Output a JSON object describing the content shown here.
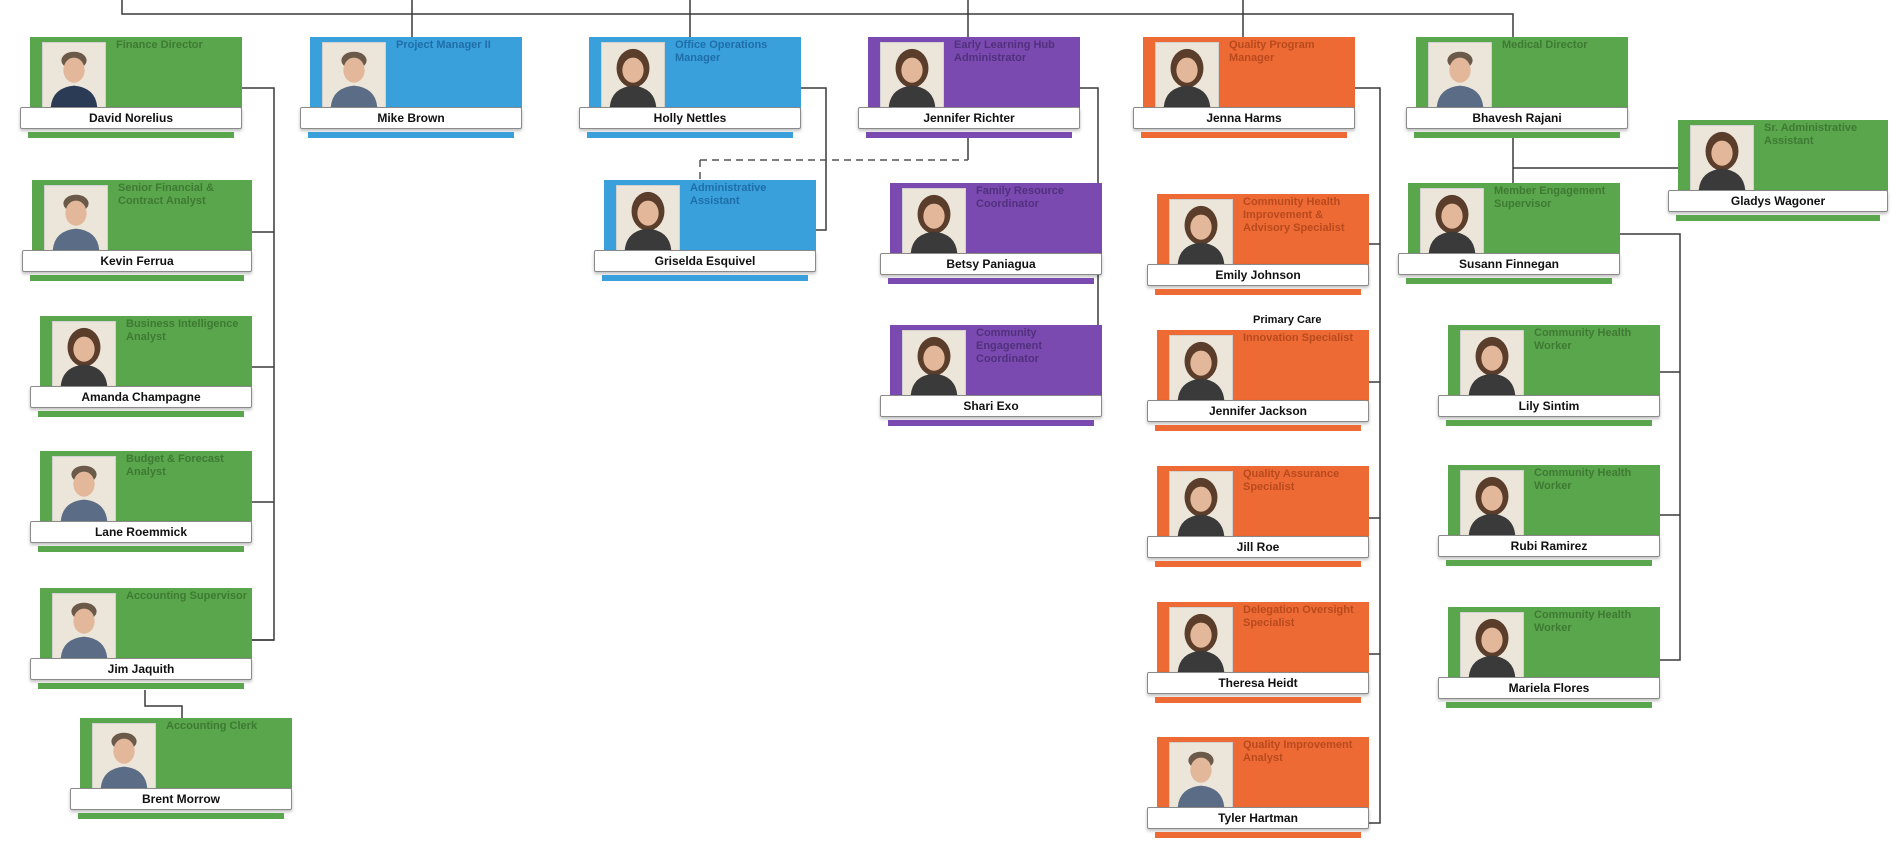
{
  "colors": {
    "green": "#5aa64c",
    "green_text": "#3e7a33",
    "blue": "#39a0dc",
    "blue_text": "#1f6ea8",
    "purple": "#7a4ab0",
    "purple_text": "#52307d",
    "orange": "#ee6a35",
    "orange_text": "#b84a1d",
    "line": "#3a3a3a"
  },
  "people": [
    {
      "id": "p1",
      "name": "David Norelius",
      "title": "Finance Director",
      "color": "green",
      "photo": "man-suit-icon"
    },
    {
      "id": "p2",
      "name": "Mike Brown",
      "title": "Project Manager II",
      "color": "blue",
      "photo": "man-icon"
    },
    {
      "id": "p3",
      "name": "Holly Nettles",
      "title": "Office Operations Manager",
      "color": "blue",
      "photo": "woman-icon"
    },
    {
      "id": "p4",
      "name": "Jennifer Richter",
      "title": "Early Learning Hub Administrator",
      "color": "purple",
      "photo": "woman-icon"
    },
    {
      "id": "p5",
      "name": "Jenna Harms",
      "title": "Quality Program Manager",
      "color": "orange",
      "photo": "woman-icon"
    },
    {
      "id": "p6",
      "name": "Bhavesh Rajani",
      "title": "Medical Director",
      "color": "green",
      "photo": "man-icon"
    },
    {
      "id": "p7",
      "name": "Gladys Wagoner",
      "title": "Sr. Administrative Assistant",
      "color": "green",
      "photo": "woman-icon"
    },
    {
      "id": "p8",
      "name": "Kevin Ferrua",
      "title": "Senior Financial & Contract Analyst",
      "color": "green",
      "photo": "man-icon"
    },
    {
      "id": "p9",
      "name": "Amanda Champagne",
      "title": "Business Intelligence Analyst",
      "color": "green",
      "photo": "woman-icon"
    },
    {
      "id": "p10",
      "name": "Lane Roemmick",
      "title": "Budget & Forecast Analyst",
      "color": "green",
      "photo": "man-icon"
    },
    {
      "id": "p11",
      "name": "Jim Jaquith",
      "title": "Accounting Supervisor",
      "color": "green",
      "photo": "man-icon"
    },
    {
      "id": "p12",
      "name": "Brent Morrow",
      "title": "Accounting Clerk",
      "color": "green",
      "photo": "man-icon"
    },
    {
      "id": "p13",
      "name": "Griselda Esquivel",
      "title": "Administrative Assistant",
      "color": "blue",
      "photo": "woman-icon"
    },
    {
      "id": "p14",
      "name": "Betsy Paniagua",
      "title": "Family Resource Coordinator",
      "color": "purple",
      "photo": "woman-icon"
    },
    {
      "id": "p15",
      "name": "Shari Exo",
      "title": "Community Engagement Coordinator",
      "color": "purple",
      "photo": "woman-icon"
    },
    {
      "id": "p16",
      "name": "Emily Johnson",
      "title": "Community Health Improvement & Advisory Specialist",
      "color": "orange",
      "photo": "woman-icon"
    },
    {
      "id": "p17",
      "name": "Jennifer Jackson",
      "title": "Innovation Specialist",
      "color": "orange",
      "photo": "woman-icon"
    },
    {
      "id": "p18",
      "name": "Jill Roe",
      "title": "Quality Assurance Specialist",
      "color": "orange",
      "photo": "woman-icon"
    },
    {
      "id": "p19",
      "name": "Theresa Heidt",
      "title": "Delegation Oversight Specialist",
      "color": "orange",
      "photo": "woman-icon"
    },
    {
      "id": "p20",
      "name": "Tyler Hartman",
      "title": "Quality Improvement Analyst",
      "color": "orange",
      "photo": "man-icon"
    },
    {
      "id": "p21",
      "name": "Susann Finnegan",
      "title": "Member Engagement Supervisor",
      "color": "green",
      "photo": "woman-icon"
    },
    {
      "id": "p22",
      "name": "Lily Sintim",
      "title": "Community Health Worker",
      "color": "green",
      "photo": "woman-icon"
    },
    {
      "id": "p23",
      "name": "Rubi Ramirez",
      "title": "Community Health Worker",
      "color": "green",
      "photo": "woman-icon"
    },
    {
      "id": "p24",
      "name": "Mariela Flores",
      "title": "Community Health Worker",
      "color": "green",
      "photo": "woman-icon"
    }
  ],
  "annotations": {
    "primary_care": "Primary Care"
  }
}
